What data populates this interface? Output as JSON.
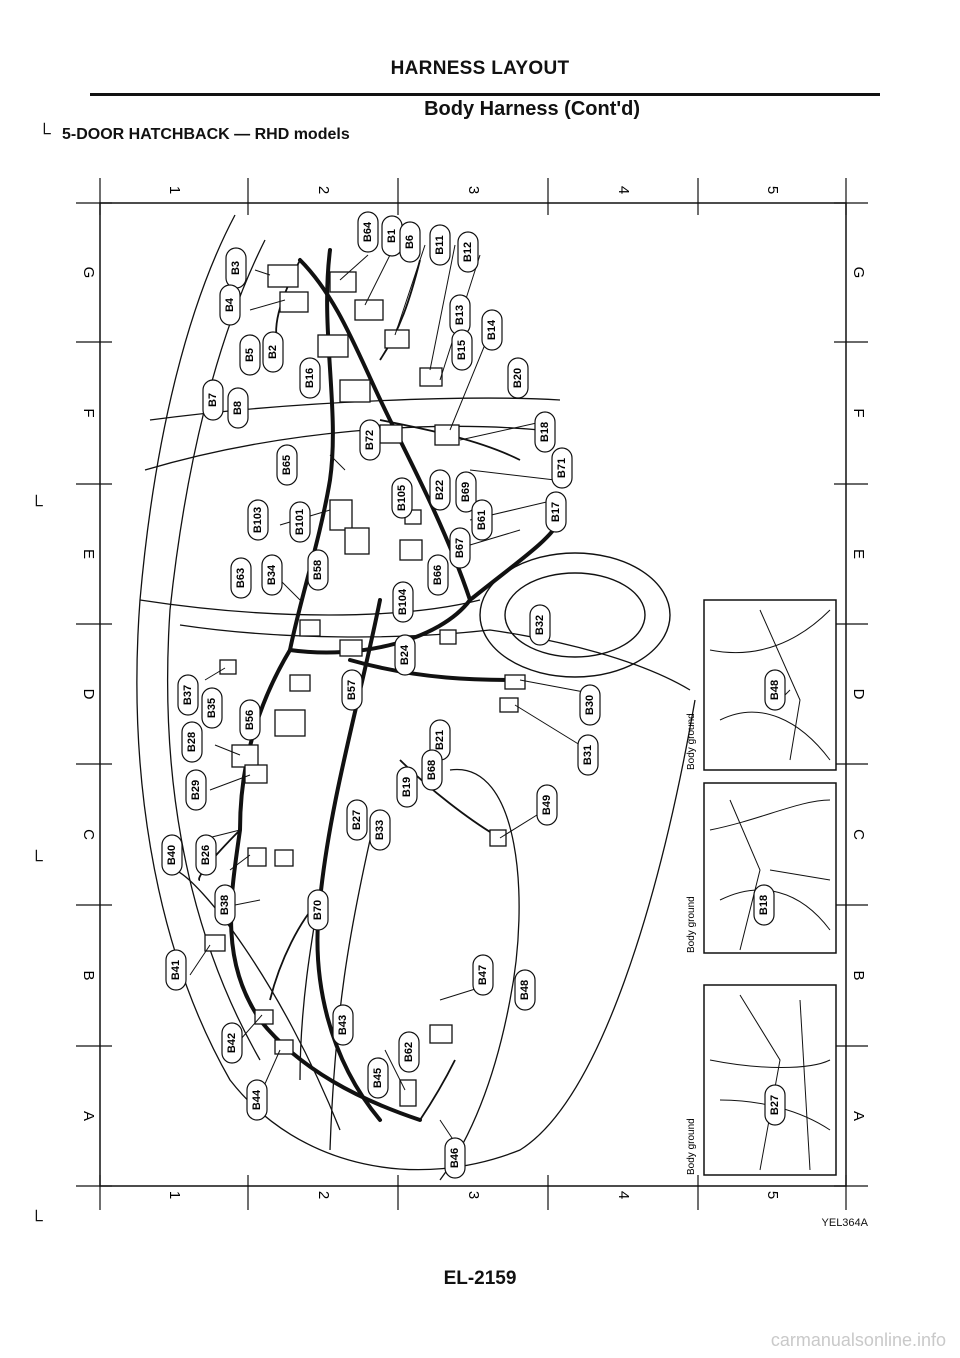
{
  "header": {
    "title": "HARNESS LAYOUT",
    "subtitle": "Body Harness (Cont'd)",
    "models": "5-DOOR HATCHBACK — RHD models"
  },
  "grid": {
    "columns": [
      "1",
      "2",
      "3",
      "4",
      "5"
    ],
    "rows": [
      "G",
      "F",
      "E",
      "D",
      "C",
      "B",
      "A"
    ]
  },
  "connectors": [
    "B64",
    "B1",
    "B6",
    "B11",
    "B12",
    "B3",
    "B4",
    "B13",
    "B14",
    "B5",
    "B2",
    "B15",
    "B20",
    "B7",
    "B8",
    "B16",
    "B18",
    "B65",
    "B72",
    "B71",
    "B22",
    "B69",
    "B103",
    "B101",
    "B105",
    "B17",
    "B61",
    "B63",
    "B34",
    "B58",
    "B66",
    "B67",
    "B104",
    "B32",
    "B24",
    "B37",
    "B35",
    "B56",
    "B57",
    "B30",
    "B28",
    "B21",
    "B31",
    "B29",
    "B19",
    "B68",
    "B27",
    "B33",
    "B49",
    "B40",
    "B26",
    "B38",
    "B70",
    "B41",
    "B47",
    "B48",
    "B43",
    "B42",
    "B62",
    "B45",
    "B44",
    "B46"
  ],
  "insets": [
    {
      "label": "Body ground",
      "connector": "B48"
    },
    {
      "label": "Body ground",
      "connector": "B18"
    },
    {
      "label": "Body ground",
      "connector": "B27"
    }
  ],
  "footer": {
    "figure_code": "YEL364A",
    "page_number": "EL-2159",
    "watermark": "carmanualsonline.info"
  }
}
